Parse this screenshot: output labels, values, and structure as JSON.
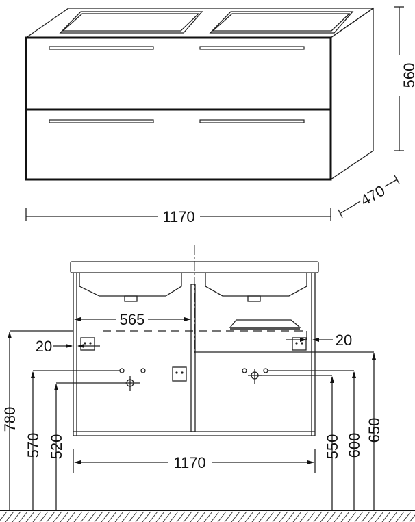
{
  "top_view": {
    "height": "560",
    "depth": "470",
    "width": "1170"
  },
  "front_view": {
    "basin_offset": "565",
    "left_side_offset": "20",
    "right_side_offset": "20",
    "height_top_support": "780",
    "height_left_inlet": "570",
    "height_left_drain": "520",
    "width": "1170",
    "height_right_drain": "550",
    "height_right_inlet": "600",
    "height_partition": "650"
  }
}
